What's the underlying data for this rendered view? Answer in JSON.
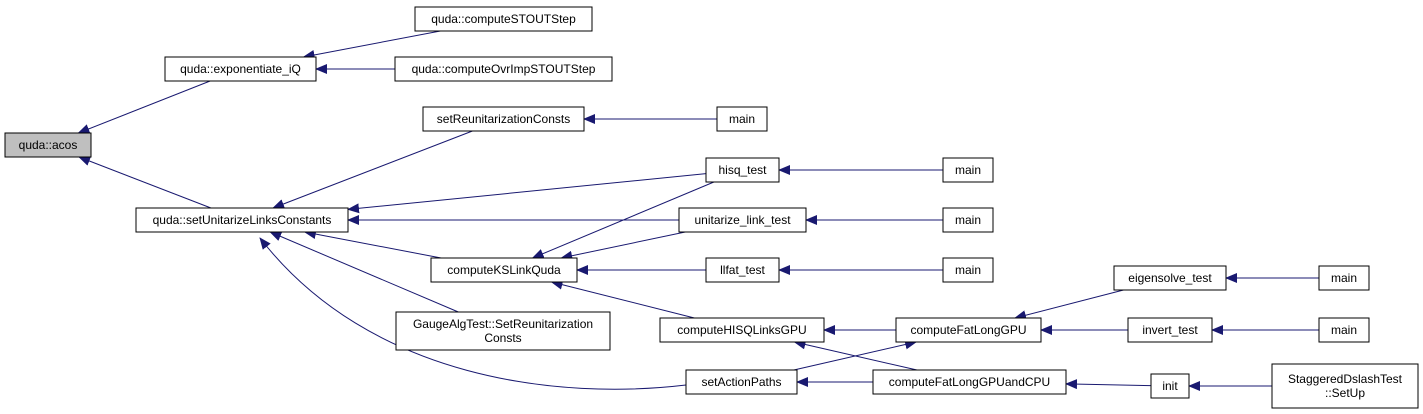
{
  "graph": {
    "title": "",
    "colors": {
      "edge": "#191970",
      "node_border": "#000000",
      "root_fill": "#bfbfbf",
      "node_fill": "#ffffff"
    },
    "nodes": [
      {
        "id": "acos",
        "lines": [
          "quda::acos"
        ],
        "root": true
      },
      {
        "id": "expiq",
        "lines": [
          "quda::exponentiate_iQ"
        ]
      },
      {
        "id": "stout",
        "lines": [
          "quda::computeSTOUTStep"
        ]
      },
      {
        "id": "ovrimp",
        "lines": [
          "quda::computeOvrImpSTOUTStep"
        ]
      },
      {
        "id": "setunit",
        "lines": [
          "quda::setUnitarizeLinksConstants"
        ]
      },
      {
        "id": "setreunit",
        "lines": [
          "setReunitarizationConsts"
        ]
      },
      {
        "id": "main1",
        "lines": [
          "main"
        ]
      },
      {
        "id": "hisqtest",
        "lines": [
          "hisq_test"
        ]
      },
      {
        "id": "main2",
        "lines": [
          "main"
        ]
      },
      {
        "id": "unitest",
        "lines": [
          "unitarize_link_test"
        ]
      },
      {
        "id": "main3",
        "lines": [
          "main"
        ]
      },
      {
        "id": "ksl",
        "lines": [
          "computeKSLinkQuda"
        ]
      },
      {
        "id": "llfat",
        "lines": [
          "llfat_test"
        ]
      },
      {
        "id": "main4",
        "lines": [
          "main"
        ]
      },
      {
        "id": "gaugealg",
        "lines": [
          "GaugeAlgTest::SetReunitarization",
          "Consts"
        ]
      },
      {
        "id": "hisqgpu",
        "lines": [
          "computeHISQLinksGPU"
        ]
      },
      {
        "id": "fatlong",
        "lines": [
          "computeFatLongGPU"
        ]
      },
      {
        "id": "eigen",
        "lines": [
          "eigensolve_test"
        ]
      },
      {
        "id": "main5",
        "lines": [
          "main"
        ]
      },
      {
        "id": "invert",
        "lines": [
          "invert_test"
        ]
      },
      {
        "id": "main6",
        "lines": [
          "main"
        ]
      },
      {
        "id": "setaction",
        "lines": [
          "setActionPaths"
        ]
      },
      {
        "id": "fatlongcpu",
        "lines": [
          "computeFatLongGPUandCPU"
        ]
      },
      {
        "id": "init",
        "lines": [
          "init"
        ]
      },
      {
        "id": "staggered",
        "lines": [
          "StaggeredDslashTest",
          "::SetUp"
        ]
      }
    ],
    "edges": [
      [
        "expiq",
        "acos"
      ],
      [
        "setunit",
        "acos"
      ],
      [
        "stout",
        "expiq"
      ],
      [
        "ovrimp",
        "expiq"
      ],
      [
        "setreunit",
        "setunit"
      ],
      [
        "hisqtest",
        "setunit"
      ],
      [
        "unitest",
        "setunit"
      ],
      [
        "ksl",
        "setunit"
      ],
      [
        "gaugealg",
        "setunit"
      ],
      [
        "setaction",
        "setunit"
      ],
      [
        "main1",
        "setreunit"
      ],
      [
        "main2",
        "hisqtest"
      ],
      [
        "main3",
        "unitest"
      ],
      [
        "main4",
        "llfat"
      ],
      [
        "hisqtest",
        "ksl"
      ],
      [
        "unitest",
        "ksl"
      ],
      [
        "llfat",
        "ksl"
      ],
      [
        "hisqgpu",
        "ksl"
      ],
      [
        "fatlong",
        "hisqgpu"
      ],
      [
        "fatlongcpu",
        "hisqgpu"
      ],
      [
        "eigen",
        "fatlong"
      ],
      [
        "invert",
        "fatlong"
      ],
      [
        "setaction",
        "fatlong"
      ],
      [
        "main5",
        "eigen"
      ],
      [
        "main6",
        "invert"
      ],
      [
        "fatlongcpu",
        "setaction"
      ],
      [
        "init",
        "fatlongcpu"
      ],
      [
        "staggered",
        "init"
      ]
    ]
  }
}
